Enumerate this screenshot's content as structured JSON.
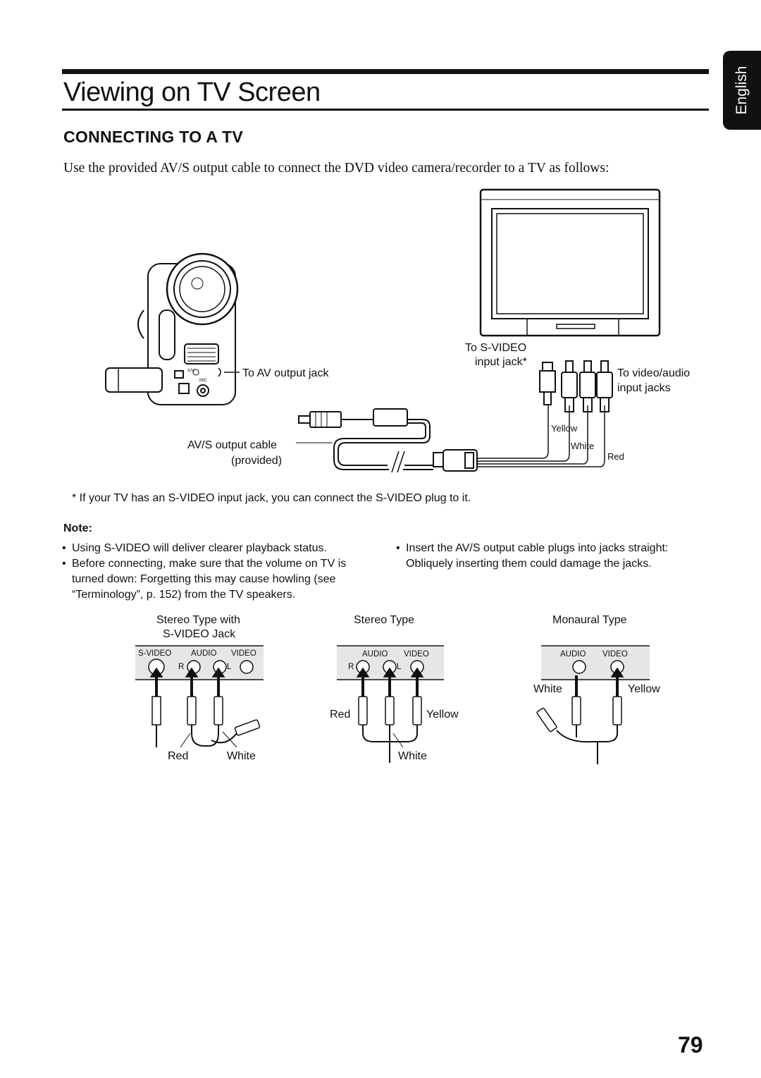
{
  "side_tab": "English",
  "page_title": "Viewing on TV Screen",
  "section_title": "CONNECTING TO A TV",
  "intro": "Use the provided AV/S output cable to connect the DVD video camera/recorder to a TV as follows:",
  "diagram": {
    "to_av_output_jack": "To AV output jack",
    "av_s_cable_line1": "AV/S output cable",
    "av_s_cable_line2": "(provided)",
    "to_svideo_line1": "To S-VIDEO",
    "to_svideo_line2": "input jack*",
    "to_video_audio_line1": "To video/audio",
    "to_video_audio_line2": "input jacks",
    "plug_yellow": "Yellow",
    "plug_white": "White",
    "plug_red": "Red",
    "cam_av": "A/V",
    "cam_mic": "MIC"
  },
  "footnote": "*  If your TV has an S-VIDEO input jack, you can connect the S-VIDEO plug to it.",
  "note": {
    "heading": "Note:",
    "left": [
      "Using S-VIDEO will deliver clearer playback status.",
      "Before connecting, make sure that the volume on TV is turned down: Forgetting this may cause howling (see “Terminology”, p. 152) from the TV speakers."
    ],
    "right": [
      "Insert the AV/S output cable plugs into jacks straight: Obliquely inserting them could damage the jacks."
    ]
  },
  "types": [
    {
      "title_line1": "Stereo Type with",
      "title_line2": "S-VIDEO Jack",
      "jack_svideo": "S-VIDEO",
      "jack_audio": "AUDIO",
      "jack_video": "VIDEO",
      "r": "R",
      "l": "L",
      "label_red": "Red",
      "label_white": "White"
    },
    {
      "title": "Stereo Type",
      "jack_audio": "AUDIO",
      "jack_video": "VIDEO",
      "r": "R",
      "l": "L",
      "label_red": "Red",
      "label_yellow": "Yellow",
      "label_white": "White"
    },
    {
      "title": "Monaural Type",
      "jack_audio": "AUDIO",
      "jack_video": "VIDEO",
      "label_white": "White",
      "label_yellow": "Yellow"
    }
  ],
  "page_number": "79"
}
